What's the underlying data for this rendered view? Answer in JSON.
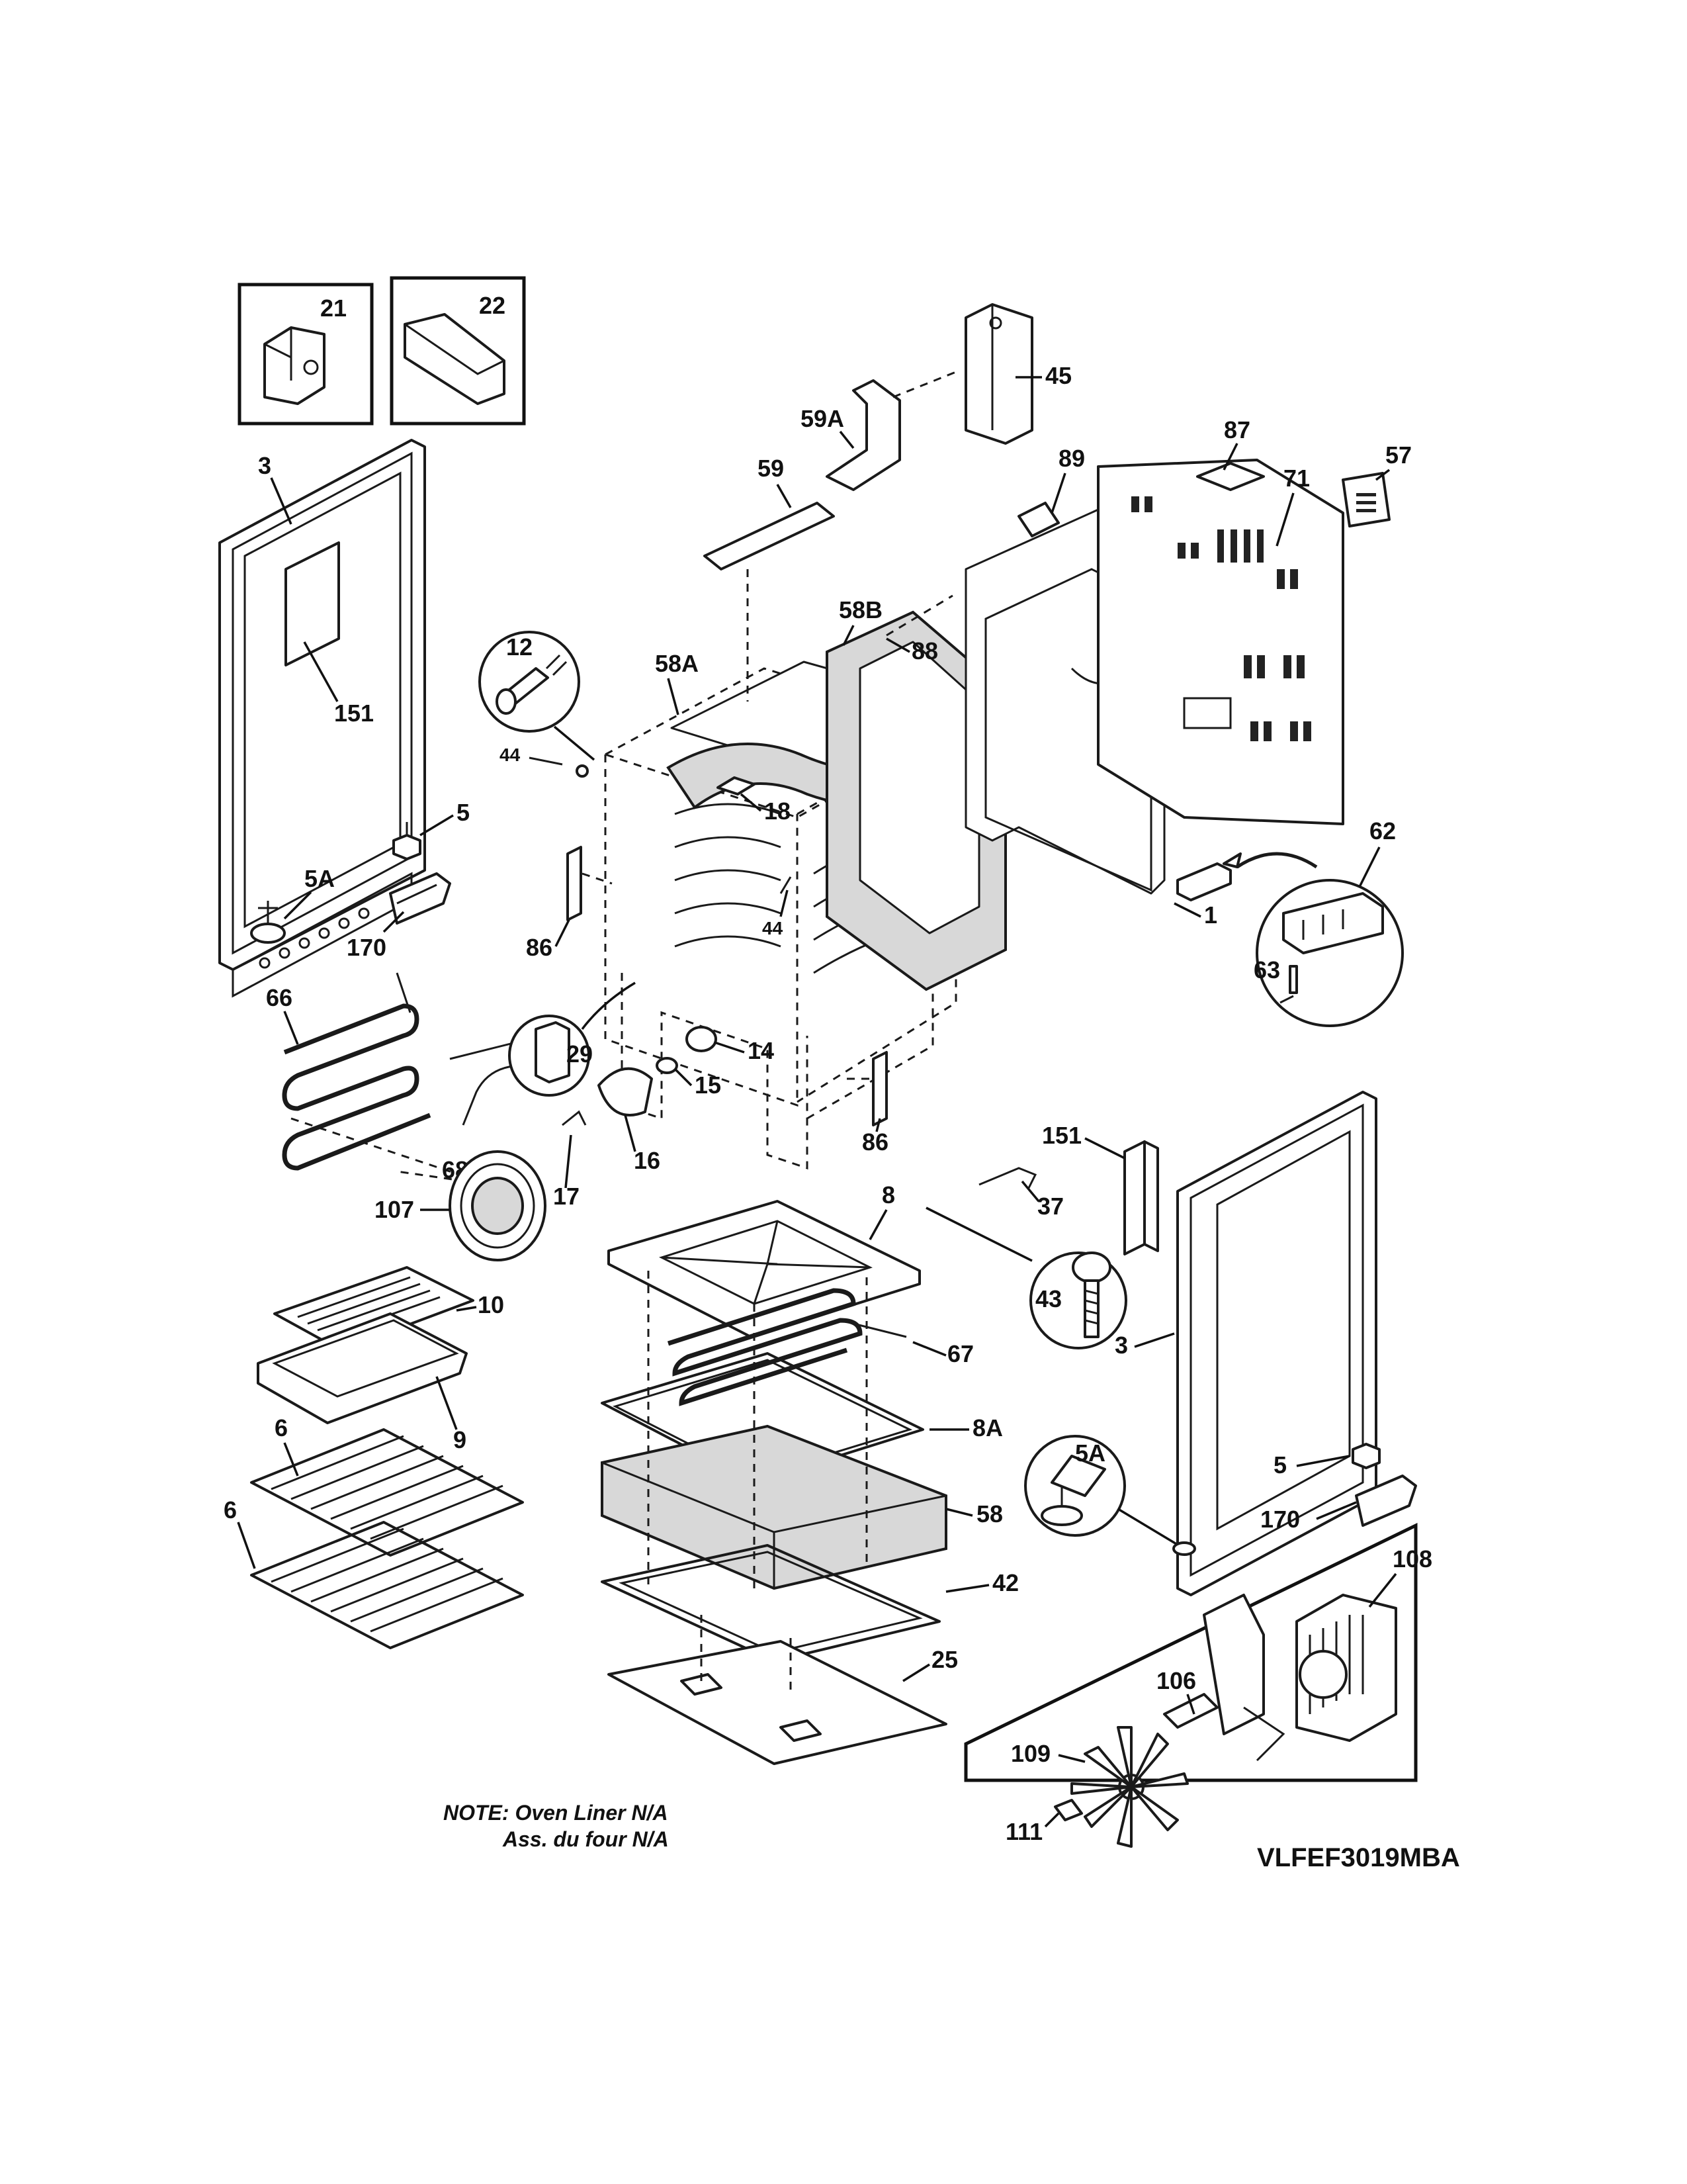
{
  "labels": {
    "p21": "21",
    "p22": "22",
    "p3a": "3",
    "p151a": "151",
    "p5a": "5",
    "p5Aa": "5A",
    "p170a": "170",
    "p12": "12",
    "p44a": "44",
    "p58A": "58A",
    "p18": "18",
    "p44b": "44",
    "p86a": "86",
    "p66": "66",
    "p68": "68",
    "p29": "29",
    "p14": "14",
    "p15": "15",
    "p16": "16",
    "p17": "17",
    "p86b": "86",
    "p107": "107",
    "p10": "10",
    "p9": "9",
    "p6a": "6",
    "p6b": "6",
    "p59": "59",
    "p59A": "59A",
    "p45": "45",
    "p58B": "58B",
    "p88": "88",
    "p89": "89",
    "p87": "87",
    "p71": "71",
    "p57": "57",
    "p62": "62",
    "p63": "63",
    "p1": "1",
    "p8": "8",
    "p43": "43",
    "p67": "67",
    "p8A": "8A",
    "p58": "58",
    "p42": "42",
    "p25": "25",
    "p151b": "151",
    "p37": "37",
    "p3b": "3",
    "p5b": "5",
    "p5Ab": "5A",
    "p170b": "170",
    "p108": "108",
    "p106": "106",
    "p109": "109",
    "p111": "111"
  },
  "note": {
    "line1": "NOTE: Oven Liner N/A",
    "line2": "Ass. du four N/A"
  },
  "model": "VLFEF3019MBA"
}
